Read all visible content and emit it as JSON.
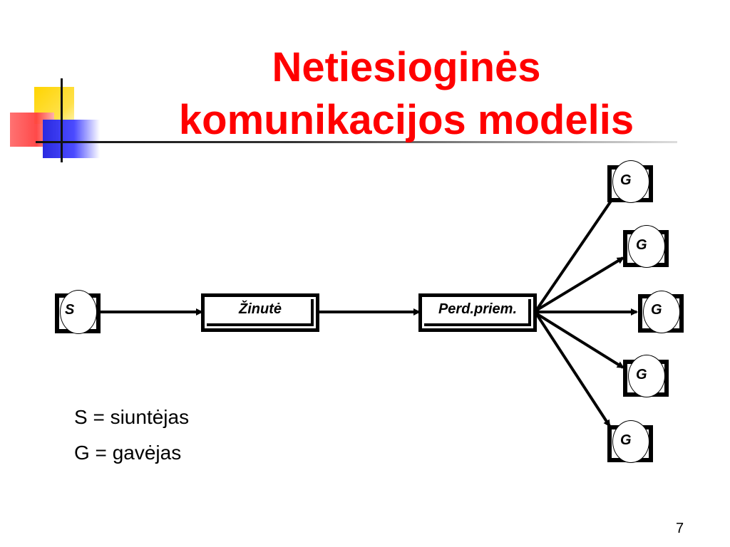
{
  "slide": {
    "title_line1": "Netiesioginės",
    "title_line2": "komunikacijos modelis",
    "page_number": "7",
    "title_color": "#ff0000"
  },
  "diagram": {
    "sender_label": "S",
    "message_label": "Žinutė",
    "channel_label": "Perd.priem.",
    "receiver_labels": [
      "G",
      "G",
      "G",
      "G",
      "G"
    ]
  },
  "legend": {
    "line1": "S = siuntėjas",
    "line2": "G = gavėjas"
  }
}
